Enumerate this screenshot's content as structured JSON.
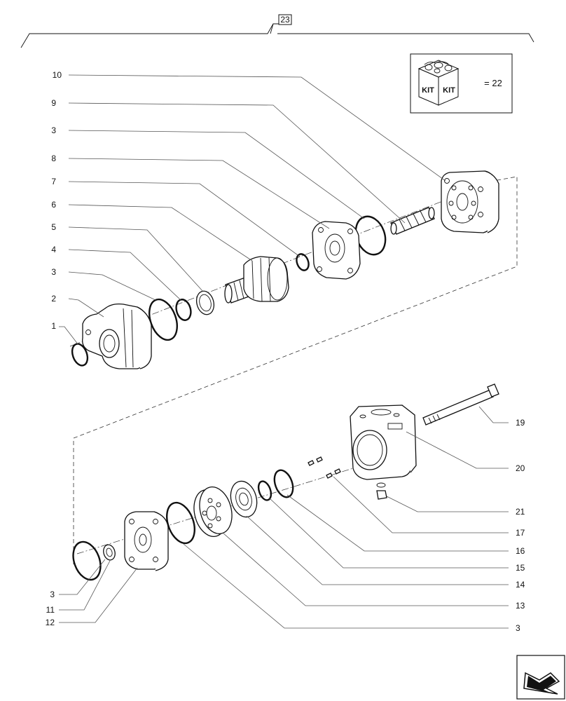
{
  "assembly_ref": "23",
  "kit": {
    "labels": [
      "KIT",
      "KIT"
    ],
    "equals_text": "= 22"
  },
  "callouts": {
    "c10": "10",
    "c9": "9",
    "c3a": "3",
    "c8": "8",
    "c7": "7",
    "c6": "6",
    "c5": "5",
    "c4": "4",
    "c3b": "3",
    "c2": "2",
    "c1": "1",
    "c19": "19",
    "c20": "20",
    "c21": "21",
    "c17": "17",
    "c16": "16",
    "c15": "15",
    "c14": "14",
    "c13": "13",
    "c3c": "3",
    "c3d": "3",
    "c11": "11",
    "c12": "12"
  },
  "nav": {
    "icon": "arrow-icon"
  }
}
